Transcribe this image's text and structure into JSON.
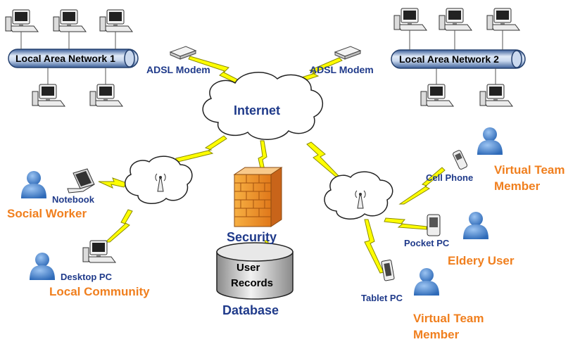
{
  "networks": {
    "lan1": "Local Area Network 1",
    "lan2": "Local Area Network 2",
    "modem_left": "ADSL Modem",
    "modem_right": "ADSL Modem",
    "internet": "Internet"
  },
  "devices": {
    "notebook": "Notebook",
    "desktop_pc": "Desktop PC",
    "cell_phone": "Cell Phone",
    "pocket_pc": "Pocket PC",
    "tablet_pc": "Tablet PC"
  },
  "roles": {
    "social_worker": "Social Worker",
    "local_community": "Local Community",
    "virtual_team_member_1_line1": "Virtual Team",
    "virtual_team_member_1_line2": "Member",
    "eldery_user": "Eldery User",
    "virtual_team_member_2_line1": "Virtual Team",
    "virtual_team_member_2_line2": "Member"
  },
  "security": {
    "security_label": "Security",
    "db_line1": "User",
    "db_line2": "Records",
    "database_label": "Database"
  },
  "colors": {
    "lightning": "#ffff00",
    "lightning_outline": "#8a8a00",
    "label_blue": "#1f3a8a",
    "role_orange": "#f07f1e",
    "person_blue": "#3f7fd0",
    "firewall_orange": "#f5a623"
  }
}
